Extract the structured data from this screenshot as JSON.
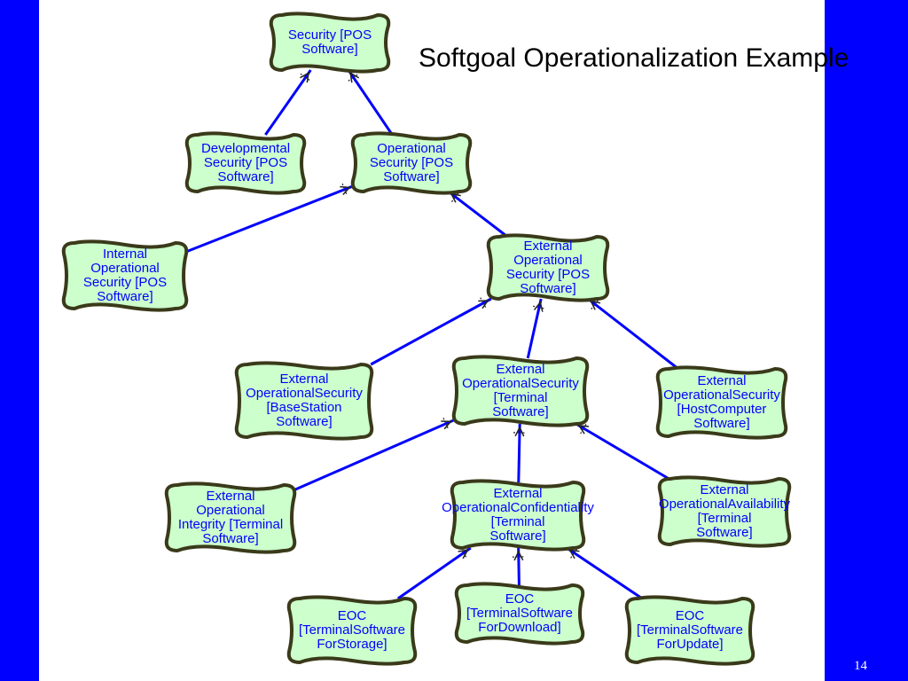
{
  "title": "Softgoal Operationalization Example",
  "page_number": "14",
  "colors": {
    "background": "#0000ff",
    "node_fill": "#ccffcc",
    "node_border": "#3a3a1a",
    "link": "#0000ff",
    "label": "#0000ff"
  },
  "nodes": {
    "security_pos": "Security [POS\nSoftware]",
    "developmental_security_pos": "Developmental\nSecurity [POS\nSoftware]",
    "operational_security_pos": "Operational\nSecurity [POS\nSoftware]",
    "internal_operational_security_pos": "Internal\nOperational\nSecurity [POS\nSoftware]",
    "external_operational_security_pos": "External\nOperational\nSecurity [POS\nSoftware]",
    "ext_op_security_basestation": "External\nOperationalSecurity\n[BaseStation\nSoftware]",
    "ext_op_security_terminal": "External\nOperationalSecurity\n[Terminal\nSoftware]",
    "ext_op_security_hostcomputer": "External\nOperationalSecurity\n[HostComputer\nSoftware]",
    "ext_op_integrity_terminal": "External\nOperational\nIntegrity [Terminal\nSoftware]",
    "ext_op_confidentiality_terminal": "External\nOperationalConfidentiality\n[Terminal\nSoftware]",
    "ext_op_availability_terminal": "External\nOperationalAvailability\n[Terminal\nSoftware]",
    "eoc_storage": "EOC\n[TerminalSoftware\nForStorage]",
    "eoc_download": "EOC\n[TerminalSoftware\nForDownload]",
    "eoc_update": "EOC\n[TerminalSoftware\nForUpdate]"
  },
  "links": [
    {
      "from": "developmental_security_pos",
      "to": "security_pos",
      "type": "and"
    },
    {
      "from": "operational_security_pos",
      "to": "security_pos",
      "type": "and"
    },
    {
      "from": "internal_operational_security_pos",
      "to": "operational_security_pos",
      "type": "and"
    },
    {
      "from": "external_operational_security_pos",
      "to": "operational_security_pos",
      "type": "and"
    },
    {
      "from": "ext_op_security_basestation",
      "to": "external_operational_security_pos",
      "type": "and"
    },
    {
      "from": "ext_op_security_terminal",
      "to": "external_operational_security_pos",
      "type": "and"
    },
    {
      "from": "ext_op_security_hostcomputer",
      "to": "external_operational_security_pos",
      "type": "and"
    },
    {
      "from": "ext_op_integrity_terminal",
      "to": "ext_op_security_terminal",
      "type": "and"
    },
    {
      "from": "ext_op_confidentiality_terminal",
      "to": "ext_op_security_terminal",
      "type": "and"
    },
    {
      "from": "ext_op_availability_terminal",
      "to": "ext_op_security_terminal",
      "type": "and"
    },
    {
      "from": "eoc_storage",
      "to": "ext_op_confidentiality_terminal",
      "type": "and"
    },
    {
      "from": "eoc_download",
      "to": "ext_op_confidentiality_terminal",
      "type": "and"
    },
    {
      "from": "eoc_update",
      "to": "ext_op_confidentiality_terminal",
      "type": "and"
    }
  ]
}
